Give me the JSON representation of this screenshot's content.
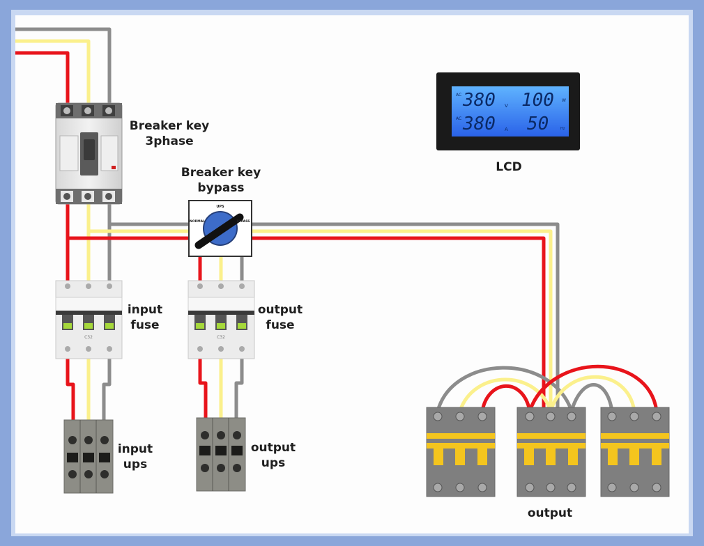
{
  "labels": {
    "breaker_3phase_line1": "Breaker key",
    "breaker_3phase_line2": "3phase",
    "bypass_line1": "Breaker key",
    "bypass_line2": "bypass",
    "lcd": "LCD",
    "input_fuse_line1": "input",
    "input_fuse_line2": "fuse",
    "output_fuse_line1": "output",
    "output_fuse_line2": "fuse",
    "input_ups_line1": "input",
    "input_ups_line2": "ups",
    "output_ups_line1": "output",
    "output_ups_line2": "ups",
    "output": "output"
  },
  "lcd_display": {
    "ac_top": "AC",
    "ac_bottom": "AC",
    "voltage": "380",
    "voltage_unit": "V",
    "current": "380",
    "current_unit": "A",
    "power": "100",
    "power_unit": "W",
    "frequency": "50",
    "frequency_unit": "Hz"
  },
  "bypass_switch": {
    "top_text": "UPS",
    "left_text": "NORMAL",
    "right_text": "BYPASS"
  },
  "fuse_rating": "C32",
  "wire_colors": {
    "red": "#e8141b",
    "yellow": "#fbf08c",
    "gray": "#8c8c8c"
  }
}
